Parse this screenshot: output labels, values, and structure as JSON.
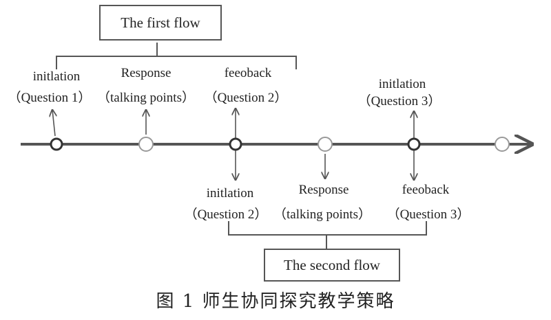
{
  "first_flow": {
    "title": "The first flow",
    "labels": [
      {
        "line1": "initlation",
        "line2": "（Question 1）"
      },
      {
        "line1": "Response",
        "line2": "（talking points）"
      },
      {
        "line1": "feeoback",
        "line2": "（Question 2）"
      },
      {
        "line1": "initlation",
        "line2": "（Question 3）"
      }
    ]
  },
  "second_flow": {
    "title": "The second flow",
    "labels": [
      {
        "line1": "initlation",
        "line2": "（Question 2）"
      },
      {
        "line1": "Response",
        "line2": "（talking points）"
      },
      {
        "line1": "feeoback",
        "line2": "（Question 3）"
      }
    ]
  },
  "caption": "图 1  师生协同探究教学策略",
  "colors": {
    "line": "#555555",
    "node_dark": "#333333",
    "node_light": "#999999",
    "text": "#222222"
  }
}
